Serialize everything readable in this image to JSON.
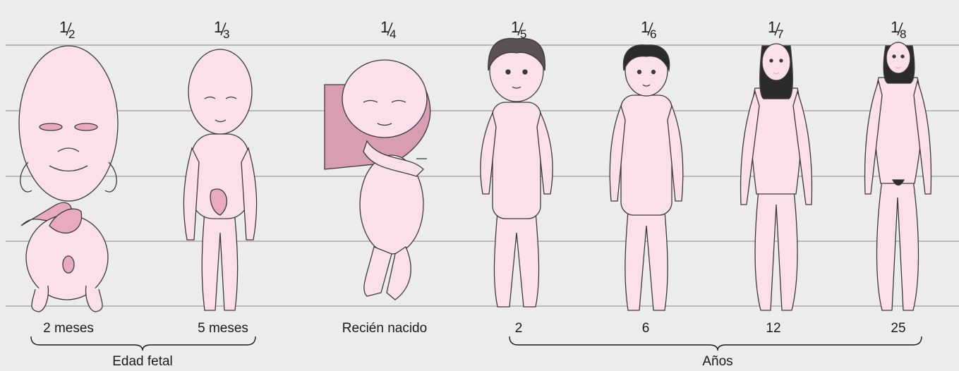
{
  "figures": [
    {
      "num": "1",
      "den": "2",
      "age": "2 meses"
    },
    {
      "num": "1",
      "den": "3",
      "age": "5 meses"
    },
    {
      "num": "1",
      "den": "4",
      "age": "Recién nacido"
    },
    {
      "num": "1",
      "den": "5",
      "age": "2"
    },
    {
      "num": "1",
      "den": "6",
      "age": "6"
    },
    {
      "num": "1",
      "den": "7",
      "age": "12"
    },
    {
      "num": "1",
      "den": "8",
      "age": "25"
    }
  ],
  "groups": {
    "fetal": "Edad fetal",
    "years": "Años"
  },
  "colors": {
    "background": "#ececec",
    "gridline": "#a9a9a9",
    "skin": "#fbe0ea",
    "skin_shadow": "#e9a9c0",
    "outline": "#3a3a3a",
    "hair": "#2b2b2b",
    "hand": "#d89cb3"
  }
}
